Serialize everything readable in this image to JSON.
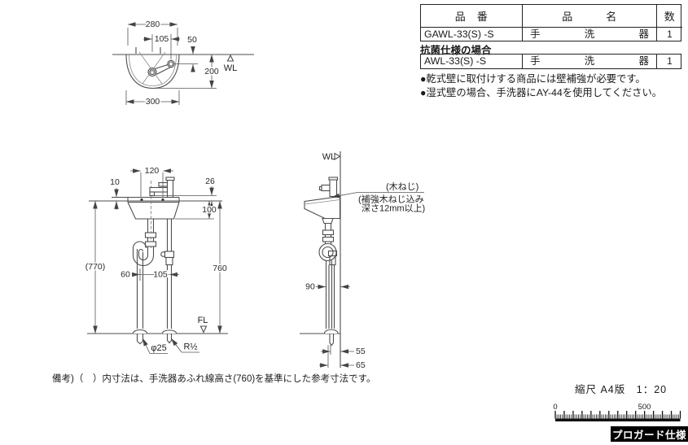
{
  "parts_table": {
    "header": {
      "col_no": "品　番",
      "col_name": "品　　　名",
      "col_qty": "数"
    },
    "rows": [
      {
        "no": "GAWL-33(S) -S",
        "name": "手　洗　器",
        "qty": "1"
      }
    ],
    "variant_label": "抗菌仕様の場合",
    "variant_rows": [
      {
        "no": "AWL-33(S) -S",
        "name": "手　洗　器",
        "qty": "1"
      }
    ],
    "notes": [
      "●乾式壁に取付けする商品には壁補強が必要です。",
      "●湿式壁の場合、手洗器にAY-44を使用してください。"
    ]
  },
  "plan_view": {
    "wl_label": "WL",
    "dims": {
      "w280": "280",
      "w105": "105",
      "h50": "50",
      "h200": "200",
      "w300": "300"
    }
  },
  "front_view": {
    "fl_label": "FL",
    "drain_label": "φ25",
    "supply_label": "R½",
    "dims": {
      "w120": "120",
      "h26": "26",
      "h10": "10",
      "h100": "100",
      "h770": "(770)",
      "h760": "760",
      "w60": "60",
      "w105": "105"
    }
  },
  "side_view": {
    "wl_label": "WL",
    "dims": {
      "d90": "90",
      "d55": "55",
      "d65": "65"
    },
    "leader": {
      "line1": "(木ねじ)",
      "line2": "(補強木ねじ込み",
      "line3": "深さ12mm以上)"
    }
  },
  "remark": "備考)（　）内寸法は、手洗器あふれ線高さ(760)を基準にした参考寸法です。",
  "scale": {
    "label": "縮尺 A4版　1：20",
    "ruler": {
      "min": 0,
      "max": 700,
      "major": 50,
      "minor": 10,
      "labels": [
        {
          "value": 0,
          "text": "0"
        },
        {
          "value": 500,
          "text": "500"
        }
      ]
    },
    "badge": "プロガード仕様"
  },
  "colors": {
    "ink": "#1a1a1a",
    "line": "#4d4d4d",
    "badge_bg": "#000000"
  }
}
